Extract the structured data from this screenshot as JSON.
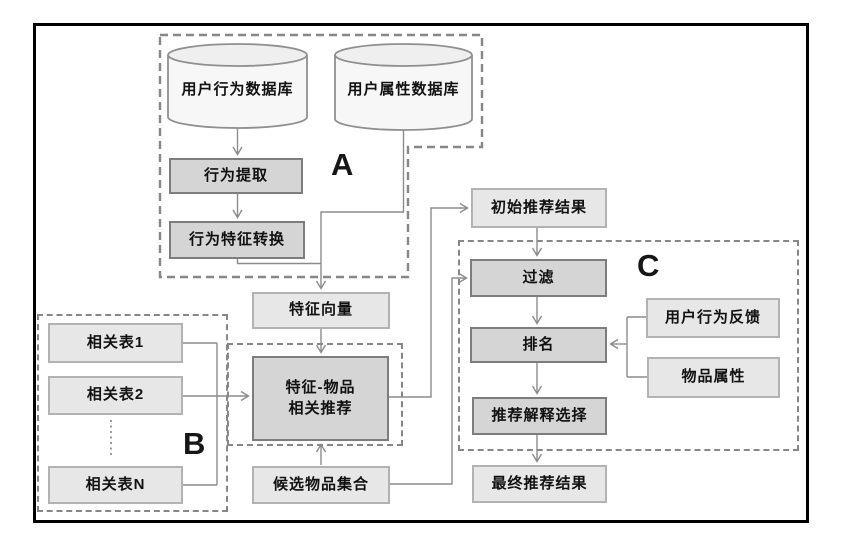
{
  "diagram": {
    "regions": {
      "a": {
        "label": "A"
      },
      "b": {
        "label": "B"
      },
      "c": {
        "label": "C"
      }
    },
    "nodes": {
      "db_user_behavior": {
        "label": "用户行为数据库",
        "type": "database"
      },
      "db_user_attribute": {
        "label": "用户属性数据库",
        "type": "database"
      },
      "behavior_extraction": {
        "label": "行为提取"
      },
      "behavior_feature_transform": {
        "label": "行为特征转换"
      },
      "feature_vector": {
        "label": "特征向量"
      },
      "related_table_1": {
        "label": "相关表1"
      },
      "related_table_2": {
        "label": "相关表2"
      },
      "related_table_n": {
        "label": "相关表N"
      },
      "feature_item_recommend": {
        "label_line1": "特征-物品",
        "label_line2": "相关推荐"
      },
      "candidate_item_set": {
        "label": "候选物品集合"
      },
      "initial_result": {
        "label": "初始推荐结果"
      },
      "filter": {
        "label": "过滤"
      },
      "ranking": {
        "label": "排名"
      },
      "user_behavior_feedback": {
        "label": "用户行为反馈"
      },
      "item_attribute": {
        "label": "物品属性"
      },
      "explanation_selection": {
        "label": "推荐解释选择"
      },
      "final_result": {
        "label": "最终推荐结果"
      }
    },
    "colors": {
      "frame": "#000000",
      "dark_fill": "#d5d5d5",
      "dark_border": "#7d7d7d",
      "light_fill": "#e7e7e7",
      "light_border": "#b2b2b2",
      "dashed_border": "#878787",
      "connector": "#8c8c8c",
      "cylinder_fill": "#f7f7f7",
      "cylinder_border": "#8f8f8f"
    }
  }
}
